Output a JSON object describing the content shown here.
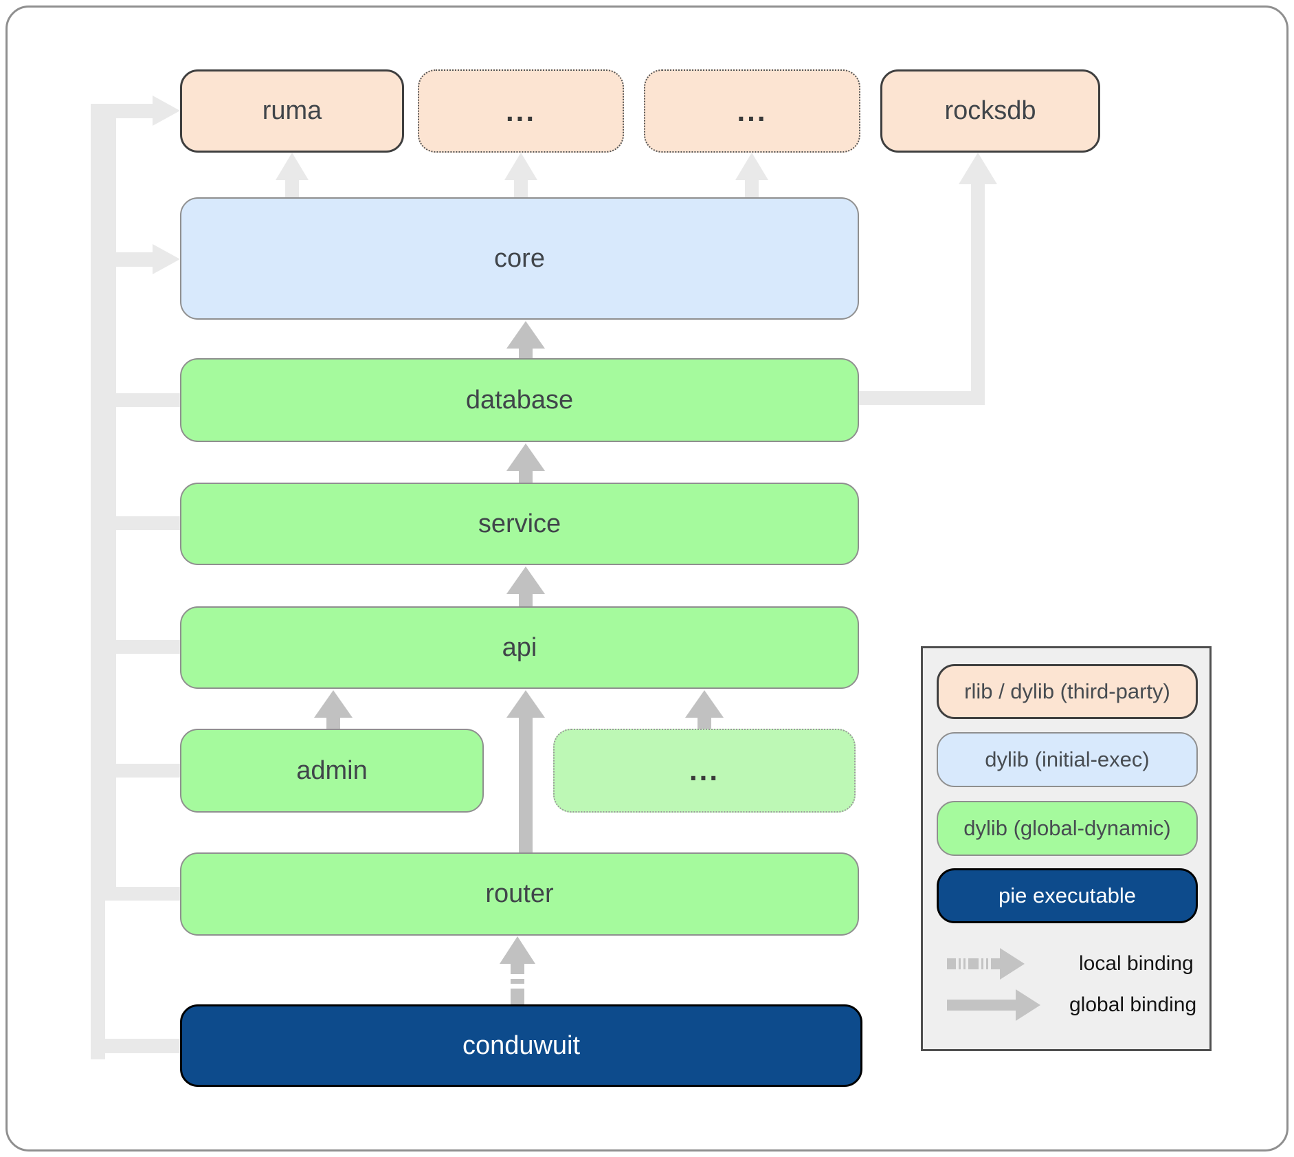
{
  "diagram": {
    "nodes": [
      {
        "id": "ruma",
        "label": "ruma",
        "type": "third-party"
      },
      {
        "id": "dep-a",
        "label": "...",
        "type": "third-party"
      },
      {
        "id": "dep-b",
        "label": "...",
        "type": "third-party"
      },
      {
        "id": "rocksdb",
        "label": "rocksdb",
        "type": "third-party"
      },
      {
        "id": "core",
        "label": "core",
        "type": "initial-exec"
      },
      {
        "id": "database",
        "label": "database",
        "type": "global-dynamic"
      },
      {
        "id": "service",
        "label": "service",
        "type": "global-dynamic"
      },
      {
        "id": "api",
        "label": "api",
        "type": "global-dynamic"
      },
      {
        "id": "admin",
        "label": "admin",
        "type": "global-dynamic"
      },
      {
        "id": "other-crates",
        "label": "...",
        "type": "global-dynamic"
      },
      {
        "id": "router",
        "label": "router",
        "type": "global-dynamic"
      },
      {
        "id": "conduwuit",
        "label": "conduwuit",
        "type": "pie-executable"
      }
    ]
  },
  "legend": {
    "items": [
      {
        "label": "rlib / dylib (third-party)",
        "type": "third-party"
      },
      {
        "label": "dylib (initial-exec)",
        "type": "initial-exec"
      },
      {
        "label": "dylib (global-dynamic)",
        "type": "global-dynamic"
      },
      {
        "label": "pie executable",
        "type": "pie-executable"
      }
    ],
    "bindings": [
      {
        "label": "local binding",
        "style": "dashed"
      },
      {
        "label": "global binding",
        "style": "solid"
      }
    ]
  },
  "colors": {
    "third_party_fill": "#fce4d2",
    "initial_exec_fill": "#d8e9fc",
    "global_dynamic_fill": "#a5fa9d",
    "global_dynamic_faded_fill": "#bdf8b5",
    "pie_executable_fill": "#0d4b8c",
    "edge_light": "#e9e9e9",
    "edge_dark": "#c1c1c1",
    "legend_arrow": "#c3c3c3"
  }
}
